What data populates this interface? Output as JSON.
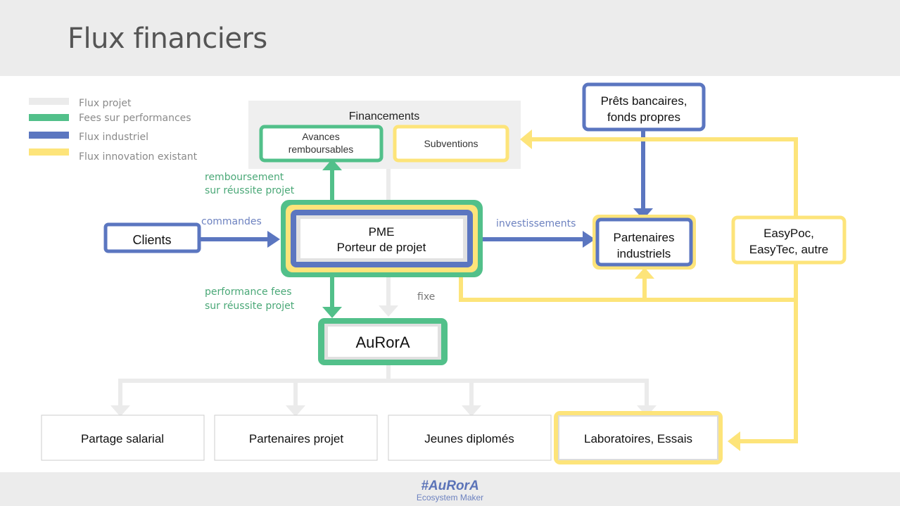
{
  "title": "Flux financiers",
  "colors": {
    "projet": "#ebebeb",
    "performance": "#52c08a",
    "industriel": "#5b76c0",
    "innovation": "#fde47a",
    "label_green": "#4aa877",
    "label_blue": "#6d82c0",
    "text_gray": "#777777"
  },
  "legend": [
    {
      "key": "projet",
      "label": "Flux projet"
    },
    {
      "key": "performance",
      "label": "Fees sur performances"
    },
    {
      "key": "industriel",
      "label": "Flux industriel"
    },
    {
      "key": "innovation",
      "label": "Flux innovation existant"
    }
  ],
  "nodes": {
    "financements": {
      "title": "Financements"
    },
    "avances": {
      "line1": "Avances",
      "line2": "remboursables"
    },
    "subventions": {
      "label": "Subventions"
    },
    "prets": {
      "line1": "Prêts bancaires,",
      "line2": "fonds propres"
    },
    "clients": {
      "label": "Clients"
    },
    "pme": {
      "line1": "PME",
      "line2": "Porteur de projet"
    },
    "partenaires_industriels": {
      "line1": "Partenaires",
      "line2": "industriels"
    },
    "easypoc": {
      "line1": "EasyPoc,",
      "line2": "EasyTec, autre"
    },
    "aurora": {
      "label": "AuRorA"
    },
    "partage": {
      "label": "Partage salarial"
    },
    "partenaires_projet": {
      "label": "Partenaires projet"
    },
    "jeunes": {
      "label": "Jeunes diplomés"
    },
    "laboratoires": {
      "label": "Laboratoires, Essais"
    }
  },
  "edge_labels": {
    "remboursement_1": "remboursement",
    "remboursement_2": "sur réussite projet",
    "commandes": "commandes",
    "investissements": "investissements",
    "performance_1": "performance fees",
    "performance_2": "sur réussite projet",
    "fixe": "fixe"
  },
  "footer": {
    "brand": "#AuRorA",
    "subtitle": "Ecosystem Maker"
  }
}
